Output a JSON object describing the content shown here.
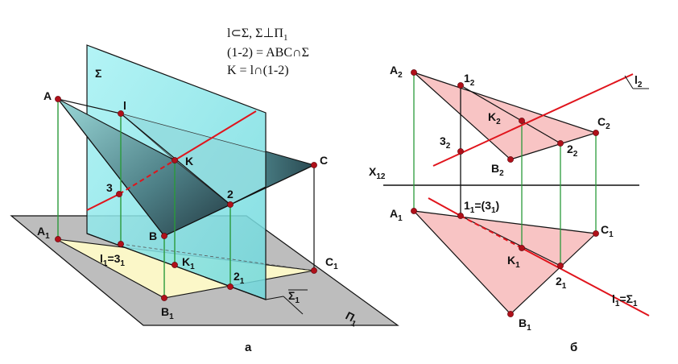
{
  "formulas": {
    "line1": "l⊂Σ,  Σ⊥Π",
    "line1_sub": "1",
    "line2": "(1-2) = ABC∩Σ",
    "line3": "K = l∩(1-2)"
  },
  "captions": {
    "left": "а",
    "right": "б"
  },
  "left_labels": {
    "sigma": "Σ",
    "A": "A",
    "l": "l",
    "K": "K",
    "C": "C",
    "three": "3",
    "two": "2",
    "B": "B",
    "A1": "A",
    "A1_sub": "1",
    "l1": "l",
    "l1_sub": "1",
    "l1_eq": "=3",
    "l1_eq_sub": "1",
    "K1": "K",
    "K1_sub": "1",
    "C1": "C",
    "C1_sub": "1",
    "two1": "2",
    "two1_sub": "1",
    "B1": "B",
    "B1_sub": "1",
    "sigma1": "Σ",
    "sigma1_sub": "1",
    "pi1": "Π",
    "pi1_sub": "1"
  },
  "right_labels": {
    "A2": "A",
    "A2_sub": "2",
    "one2": "1",
    "one2_sub": "2",
    "l2": "l",
    "l2_sub": "2",
    "K2": "K",
    "K2_sub": "2",
    "C2": "C",
    "C2_sub": "2",
    "three2": "3",
    "three2_sub": "2",
    "two2": "2",
    "two2_sub": "2",
    "B2": "B",
    "B2_sub": "2",
    "X12": "X",
    "X12_sub": "12",
    "A1": "A",
    "A1_sub": "1",
    "one1": "1",
    "one1_sub": "1",
    "one1_eq": "=(3",
    "one1_eq_sub": "1",
    "one1_close": ")",
    "C1": "C",
    "C1_sub": "1",
    "K1": "K",
    "K1_sub": "1",
    "two1": "2",
    "two1_sub": "1",
    "l1": "l",
    "l1_sub": "1",
    "l1_eq": "=Σ",
    "l1_eq_sub": "1",
    "B1": "B",
    "B1_sub": "1"
  },
  "colors": {
    "plane": "#bdbdbd",
    "cyan_plane": "#7fe8ec",
    "triangle_proj": "#fbf7c8",
    "red_line": "#e0141c",
    "green_link": "#2a9a3a",
    "pink_fill": "#f8c4c4"
  }
}
